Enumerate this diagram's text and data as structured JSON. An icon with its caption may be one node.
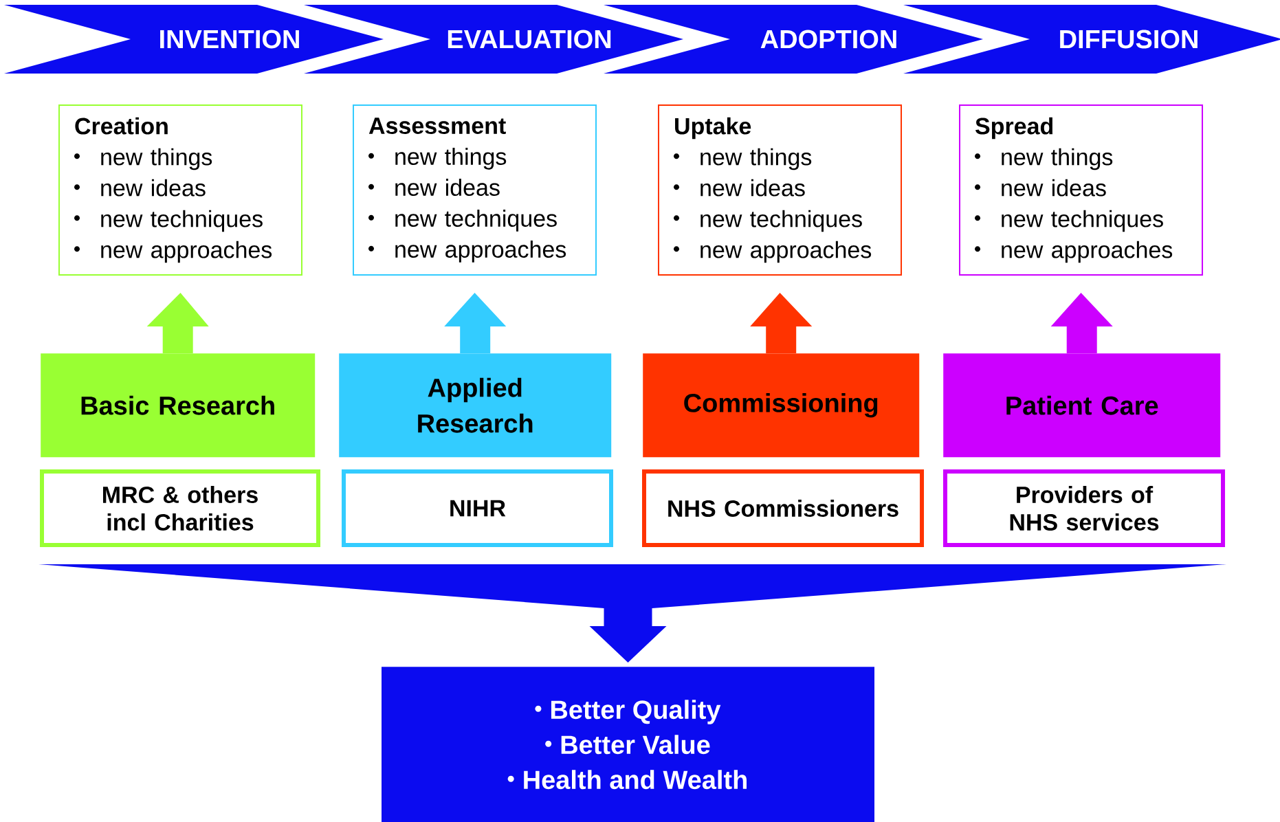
{
  "diagram": {
    "nodes": [
      {
        "text": [
          "INVENTION"
        ]
      },
      {
        "text": [
          "EVALUATION"
        ]
      },
      {
        "text": [
          "ADOPTION"
        ]
      },
      {
        "text": [
          "DIFFUSION"
        ]
      },
      {
        "text": [
          "Creation",
          "new things",
          "new ideas",
          "new techniques",
          "new approaches"
        ]
      },
      {
        "text": [
          "Assessment",
          "new things",
          "new ideas",
          "new techniques",
          "new approaches"
        ]
      },
      {
        "text": [
          "Uptake",
          "new things",
          "new ideas",
          "new techniques",
          "new approaches"
        ]
      },
      {
        "text": [
          "Spread",
          "new things",
          "new ideas",
          "new techniques",
          "new approaches"
        ]
      },
      {
        "text": [
          "Basic Research"
        ]
      },
      {
        "text": [
          "Applied Research"
        ]
      },
      {
        "text": [
          "Commissioning"
        ]
      },
      {
        "text": [
          "Patient Care"
        ]
      },
      {
        "text": [
          "MRC & others incl Charities"
        ]
      },
      {
        "text": [
          "NIHR"
        ]
      },
      {
        "text": [
          "NHS Commissioners"
        ]
      },
      {
        "text": [
          "Providers of NHS services"
        ]
      },
      {
        "text": [
          "Better Quality",
          "Better Value",
          "Health and Wealth"
        ]
      }
    ],
    "edges": [
      {
        "from": 8,
        "to": 4,
        "arrow": "to",
        "color": "#99ff33"
      },
      {
        "from": 9,
        "to": 5,
        "arrow": "to",
        "color": "#33ccff"
      },
      {
        "from": 10,
        "to": 6,
        "arrow": "to",
        "color": "#ff3300"
      },
      {
        "from": 11,
        "to": 7,
        "arrow": "to",
        "color": "#cc00ff"
      },
      {
        "from": 12,
        "to": 16,
        "arrow": "to"
      },
      {
        "from": 13,
        "to": 16,
        "arrow": "to"
      },
      {
        "from": 14,
        "to": 16,
        "arrow": "to"
      },
      {
        "from": 15,
        "to": 16,
        "arrow": "to"
      }
    ]
  }
}
